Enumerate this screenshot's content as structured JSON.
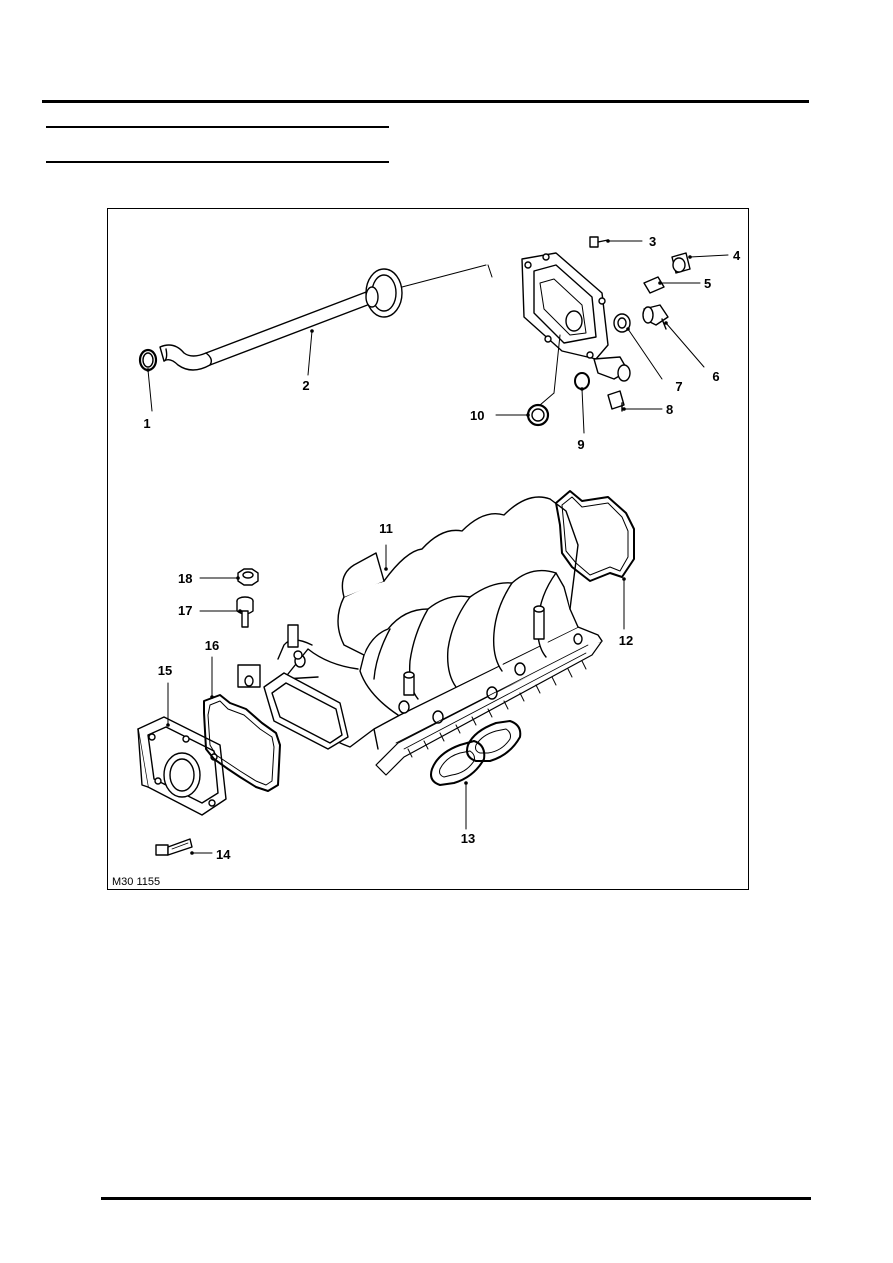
{
  "figure": {
    "reference": "M30 1155",
    "callouts": [
      "1",
      "2",
      "3",
      "4",
      "5",
      "6",
      "7",
      "8",
      "9",
      "10",
      "11",
      "12",
      "13",
      "14",
      "15",
      "16",
      "17",
      "18"
    ]
  }
}
